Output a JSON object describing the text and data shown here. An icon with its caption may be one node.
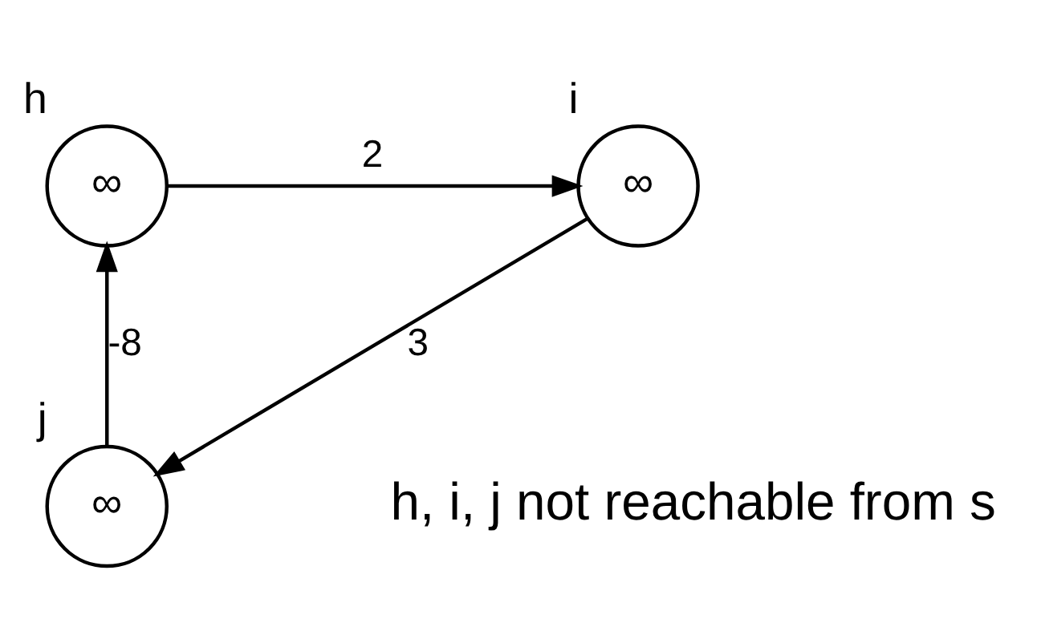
{
  "diagram": {
    "nodes": [
      {
        "text": [
          "∞"
        ],
        "beside": [
          "h"
        ]
      },
      {
        "text": [
          "∞"
        ],
        "beside": [
          "i"
        ]
      },
      {
        "text": [
          "∞"
        ],
        "beside": [
          "j"
        ]
      }
    ],
    "edges": [
      {
        "from": 0,
        "to": 1,
        "arrow": "to",
        "label": "2"
      },
      {
        "from": 1,
        "to": 2,
        "arrow": "to",
        "label": "3"
      },
      {
        "from": 2,
        "to": 0,
        "arrow": "to",
        "label": "-8"
      }
    ],
    "labels": [
      "h, i, j not reachable from s"
    ]
  }
}
